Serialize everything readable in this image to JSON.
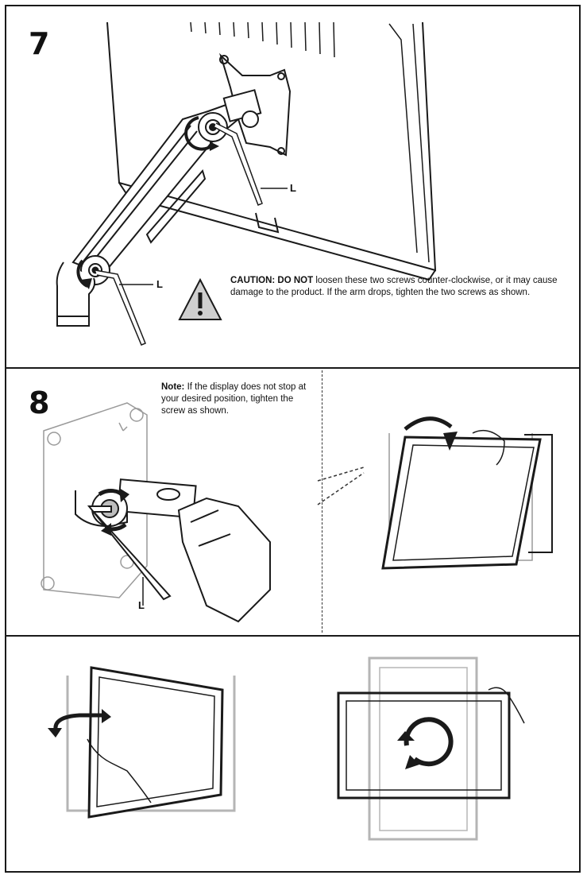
{
  "step7": {
    "number": "7",
    "label_top": "L",
    "label_bottom": "L",
    "caution_prefix": "CAUTION: DO NOT",
    "caution_text": " loosen these two screws counter-clockwise, or it may cause damage to the product. If the arm drops, tighten the two screws as shown.",
    "warning_icon": "warning-triangle-icon"
  },
  "step8": {
    "number": "8",
    "note_prefix": "Note:",
    "note_text": " If the display does not stop at your desired position, tighten the screw as shown.",
    "label": "L"
  },
  "colors": {
    "line": "#1a1a1a",
    "ghost": "#b5b5b5",
    "warning_fill": "#cfcfcf"
  }
}
